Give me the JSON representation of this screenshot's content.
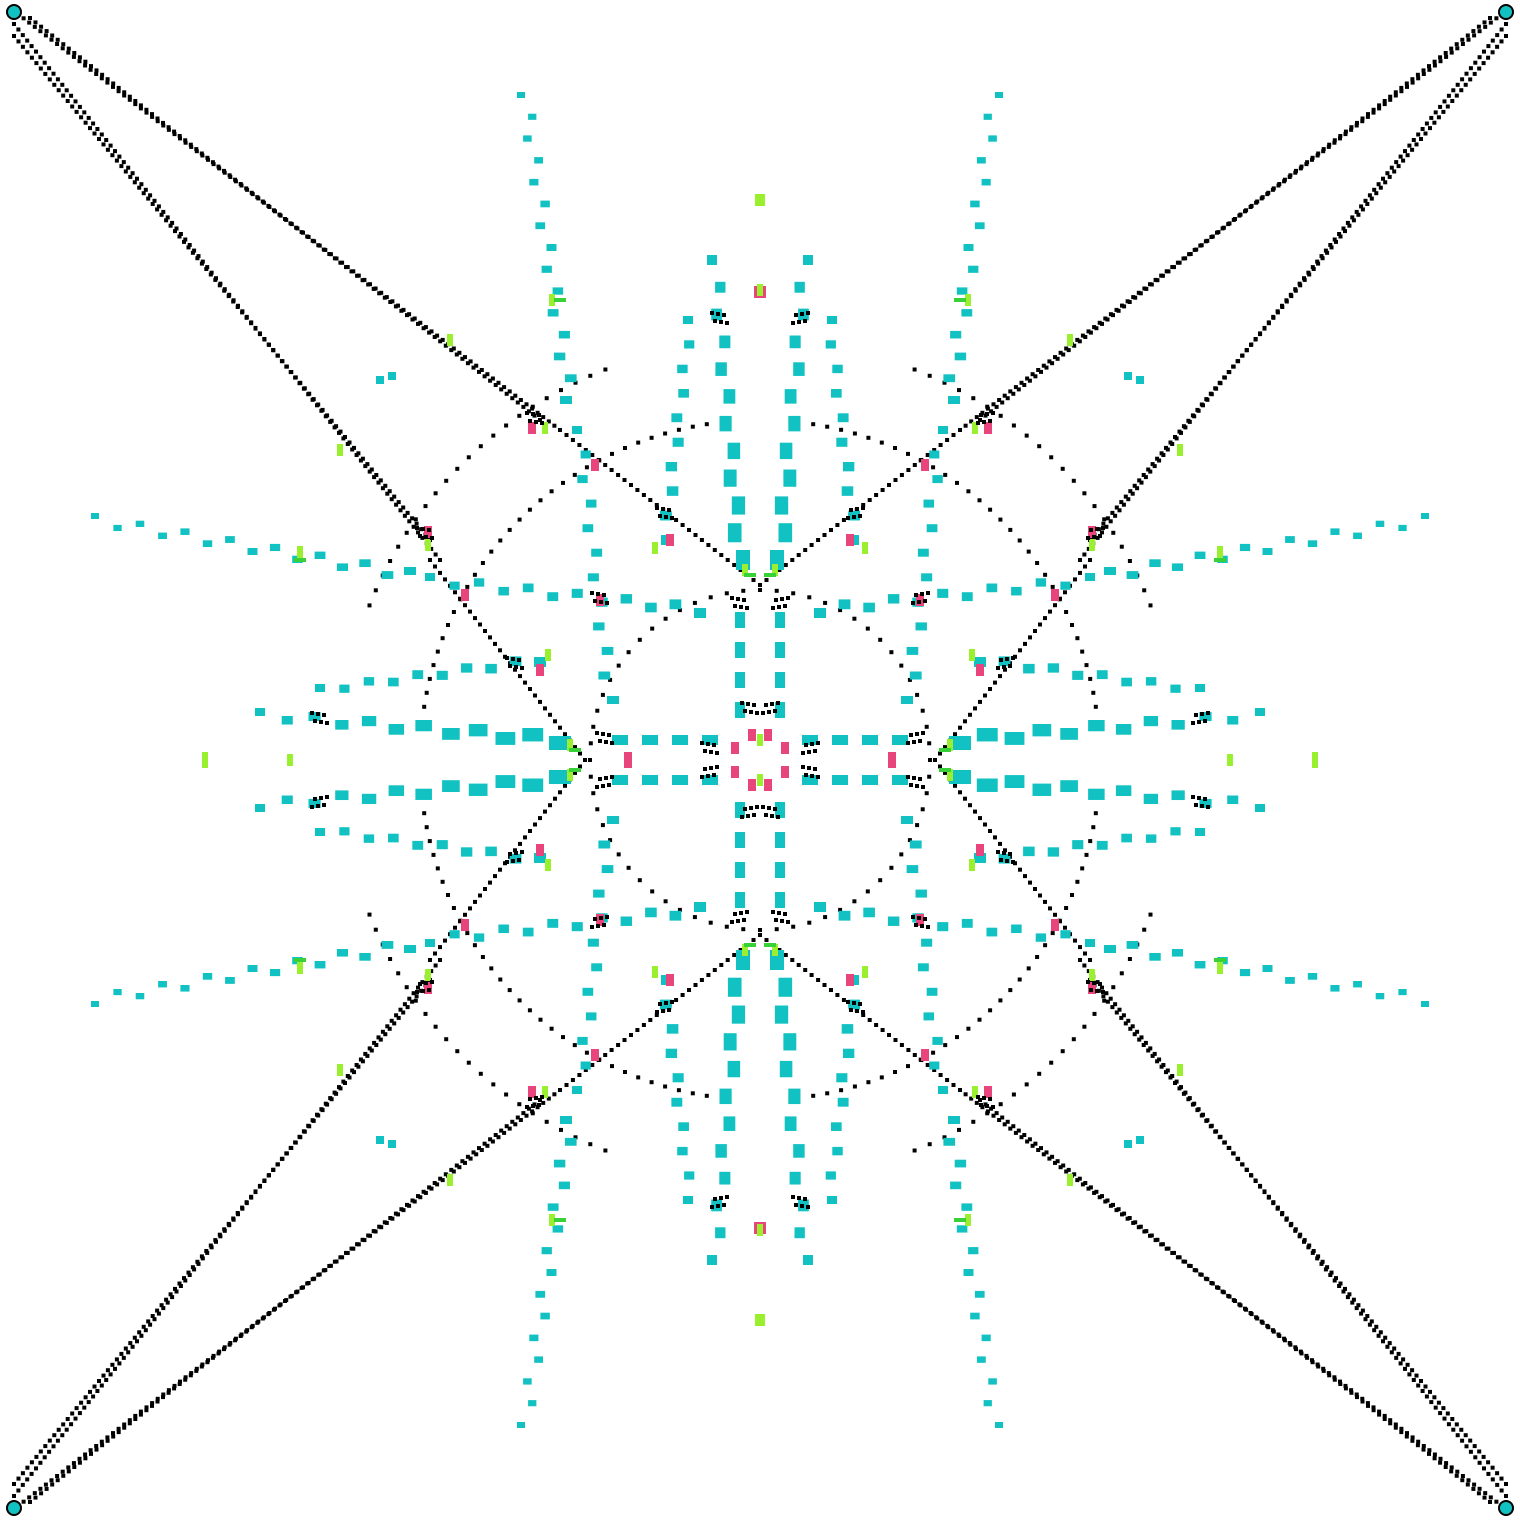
{
  "palette": {
    "background": "#ffffff",
    "teal": "#12c2c2",
    "black": "#000000",
    "pink": "#e8457d",
    "lime": "#9aef2f",
    "green": "#39d03a"
  },
  "pattern": {
    "description_symmetry": 8,
    "elements": [
      "corner-rays",
      "teal-dashed-petals",
      "black-dotted-arcs",
      "pink-marks",
      "lime-marks"
    ]
  }
}
